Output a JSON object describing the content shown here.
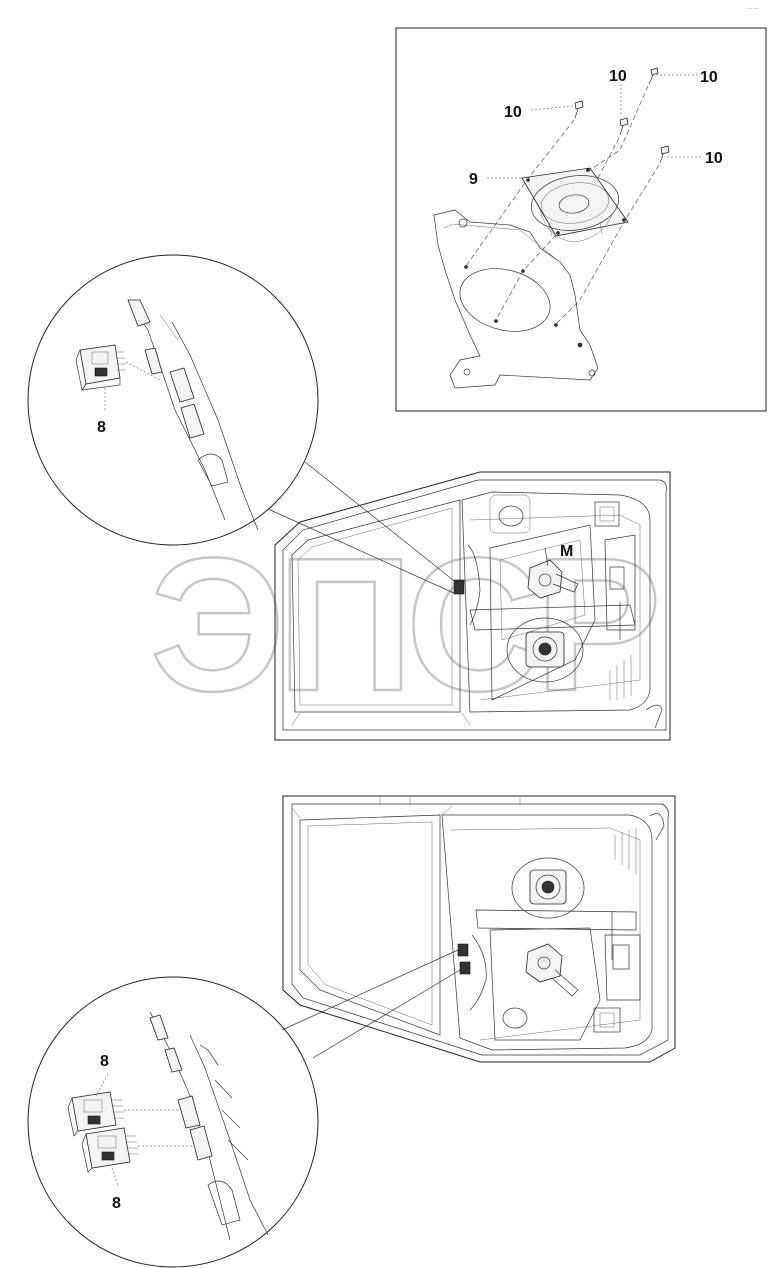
{
  "corner_note": "-- ---",
  "watermark": "ЭПСР",
  "motor_marker": "M",
  "callouts": {
    "c10_top": "10",
    "c10_left": "10",
    "c10_right": "10",
    "c9": "9",
    "c8_upper": "8",
    "c8_lower_top": "8",
    "c8_lower_bottom": "8"
  }
}
